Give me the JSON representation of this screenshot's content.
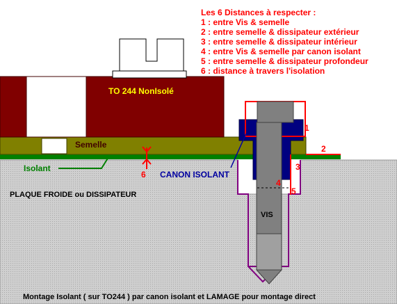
{
  "legend": {
    "title": "Les 6 Distances à respecter :",
    "items": [
      "1 : entre Vis & semelle",
      "2 : entre semelle & dissipateur extérieur",
      "3 : entre semelle & dissipateur intérieur",
      "4 : entre Vis & semelle par canon isolant",
      "5 : entre semelle & dissipateur profondeur",
      "6 : distance à travers l'isolation"
    ]
  },
  "labels": {
    "to244": "TO 244 NonIsolé",
    "semelle": "Semelle",
    "isolant": "Isolant",
    "canon": "CANON ISOLANT",
    "plaque": "PLAQUE FROIDE ou DISSIPATEUR",
    "vis": "VIS",
    "caption": "Montage Isolant ( sur TO244 ) par canon isolant et LAMAGE pour montage direct"
  },
  "markers": [
    "1",
    "2",
    "3",
    "4",
    "5",
    "6"
  ],
  "colors": {
    "body": "#800000",
    "semelle": "#808000",
    "plate": "#c8c8c8",
    "isolant": "#008000",
    "canon": "#000080",
    "outline": "#800080",
    "clearance": "#ff0000",
    "screw": "#808080",
    "isolant_text": "#008000",
    "canon_text": "#0000a0"
  }
}
